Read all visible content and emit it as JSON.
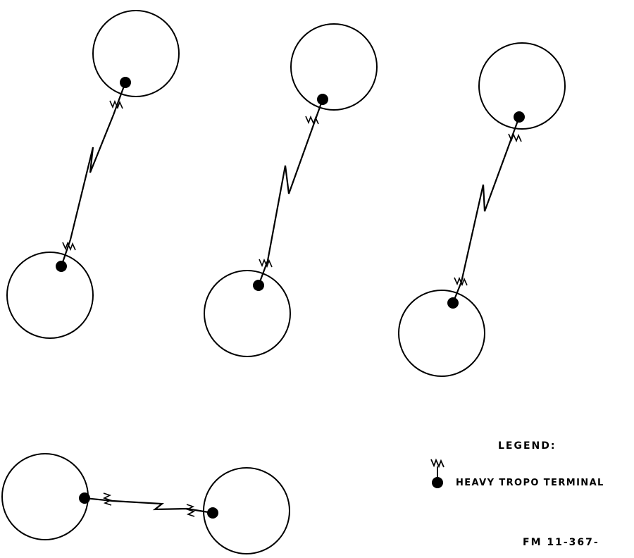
{
  "legend": {
    "title": "LEGEND:",
    "items": [
      {
        "symbol": "heavy-tropo-terminal-icon",
        "label": "HEAVY TROPO TERMINAL"
      }
    ]
  },
  "figure_id": "FM 11-367-",
  "links": [
    {
      "type": "tropo",
      "terminal": "heavy-tropo-terminal"
    },
    {
      "type": "tropo",
      "terminal": "heavy-tropo-terminal"
    },
    {
      "type": "tropo",
      "terminal": "heavy-tropo-terminal"
    },
    {
      "type": "tropo",
      "terminal": "heavy-tropo-terminal"
    }
  ],
  "colors": {
    "ink": "#000000",
    "paper": "#ffffff"
  }
}
